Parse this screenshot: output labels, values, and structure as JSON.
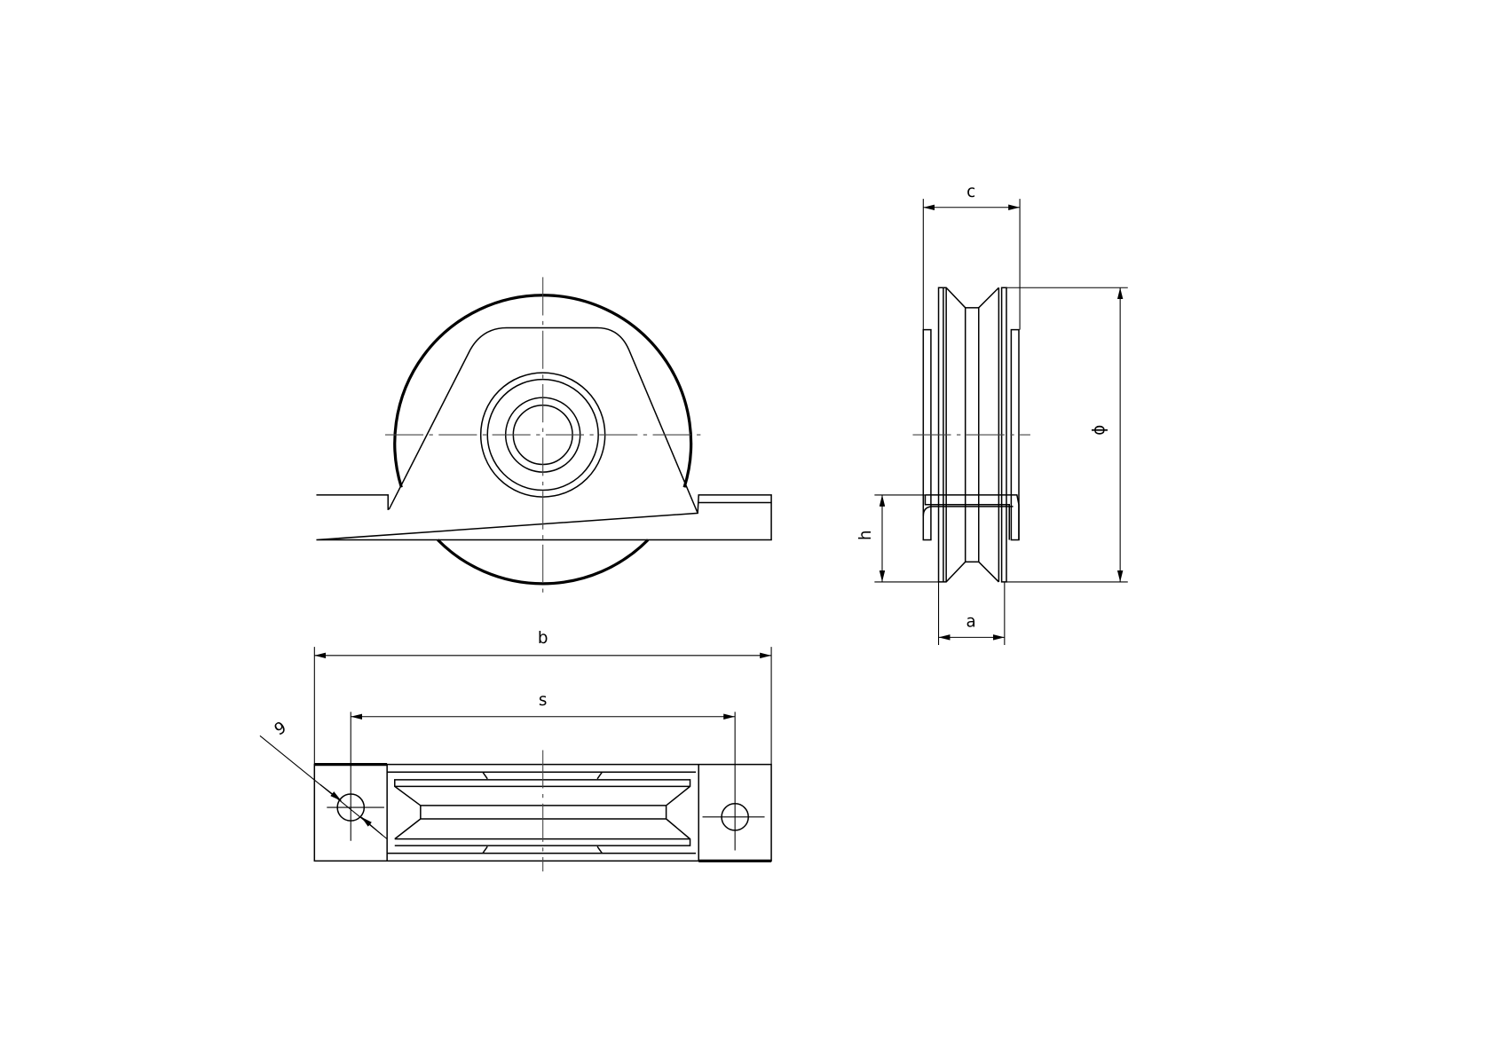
{
  "dimensions": {
    "c": "c",
    "diameter": "ϕ",
    "h": "h",
    "a": "a",
    "b": "b",
    "s": "s",
    "hole": "9"
  },
  "colors": {
    "line": "#000000",
    "background": "#ffffff"
  }
}
